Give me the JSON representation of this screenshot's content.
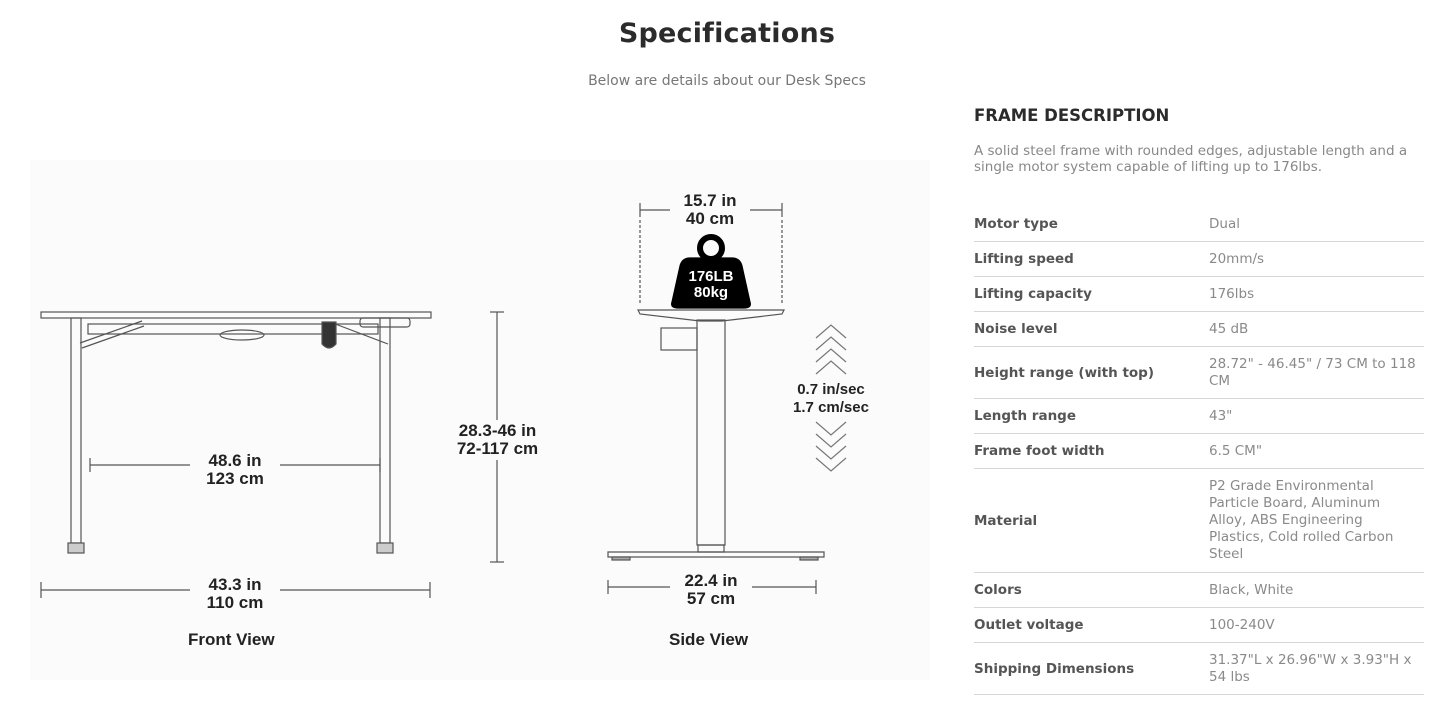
{
  "header": {
    "title": "Specifications",
    "subtitle": "Below are details about our Desk Specs"
  },
  "front_view": {
    "label": "Front View",
    "inner_width": {
      "in": "48.6 in",
      "cm": "123 cm"
    },
    "overall_width": {
      "in": "43.3 in",
      "cm": "110 cm"
    },
    "height": {
      "in": "28.3-46 in",
      "cm": "72-117 cm"
    }
  },
  "side_view": {
    "label": "Side View",
    "top_depth": {
      "in": "15.7 in",
      "cm": "40 cm"
    },
    "weight": {
      "lb": "176LB",
      "kg": "80kg"
    },
    "speed": {
      "in": "0.7 in/sec",
      "cm": "1.7 cm/sec"
    },
    "foot_width": {
      "in": "22.4 in",
      "cm": "57 cm"
    }
  },
  "frame": {
    "title": "FRAME DESCRIPTION",
    "description": "A solid steel frame with rounded edges, adjustable length and a single motor system capable of lifting up to 176lbs."
  },
  "specs": [
    {
      "label": "Motor type",
      "value": "Dual"
    },
    {
      "label": "Lifting speed",
      "value": "20mm/s"
    },
    {
      "label": "Lifting capacity",
      "value": "176lbs"
    },
    {
      "label": "Noise level",
      "value": "45 dB"
    },
    {
      "label": "Height range (with top)",
      "value": "28.72\" - 46.45\" / 73 CM to 118 CM"
    },
    {
      "label": "Length range",
      "value": "43\""
    },
    {
      "label": "Frame foot width",
      "value": "6.5 CM\""
    },
    {
      "label": "Material",
      "value": "P2 Grade Environmental Particle Board, Aluminum Alloy, ABS Engineering Plastics, Cold rolled Carbon Steel"
    },
    {
      "label": "Colors",
      "value": "Black, White"
    },
    {
      "label": "Outlet voltage",
      "value": "100-240V"
    },
    {
      "label": "Shipping Dimensions",
      "value": "31.37\"L x 26.96\"W x 3.93\"H x 54 lbs"
    }
  ]
}
